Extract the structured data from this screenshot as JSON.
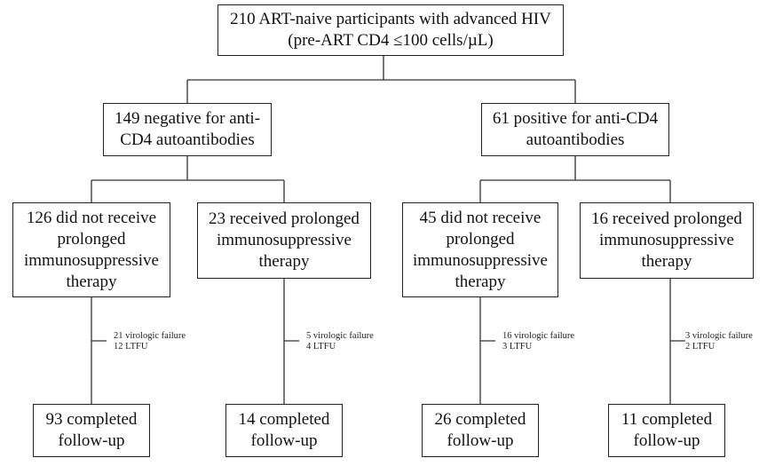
{
  "root": {
    "line1": "210 ART-naive participants with advanced HIV",
    "line2": "(pre-ART CD4 ≤100 cells/µL)"
  },
  "groups": [
    {
      "line1": "149 negative for anti-",
      "line2": "CD4 autoantibodies"
    },
    {
      "line1": "61 positive for anti-CD4",
      "line2": "autoantibodies"
    }
  ],
  "subgroups": [
    {
      "lines": [
        "126 did not receive",
        "prolonged",
        "immunosuppressive",
        "therapy"
      ]
    },
    {
      "lines": [
        "23 received prolonged",
        "immunosuppressive",
        "therapy"
      ]
    },
    {
      "lines": [
        "45 did not receive",
        "prolonged",
        "immunosuppressive",
        "therapy"
      ]
    },
    {
      "lines": [
        "16 received prolonged",
        "immunosuppressive",
        "therapy"
      ]
    }
  ],
  "losses": [
    {
      "failure": "21 virologic failure",
      "ltfu": "12 LTFU"
    },
    {
      "failure": "5 virologic failure",
      "ltfu": "4 LTFU"
    },
    {
      "failure": "16 virologic failure",
      "ltfu": "3 LTFU"
    },
    {
      "failure": "3 virologic failure",
      "ltfu": "2 LTFU"
    }
  ],
  "outcomes": [
    {
      "line1": "93 completed",
      "line2": "follow-up"
    },
    {
      "line1": "14 completed",
      "line2": "follow-up"
    },
    {
      "line1": "26 completed",
      "line2": "follow-up"
    },
    {
      "line1": "11 completed",
      "line2": "follow-up"
    }
  ]
}
